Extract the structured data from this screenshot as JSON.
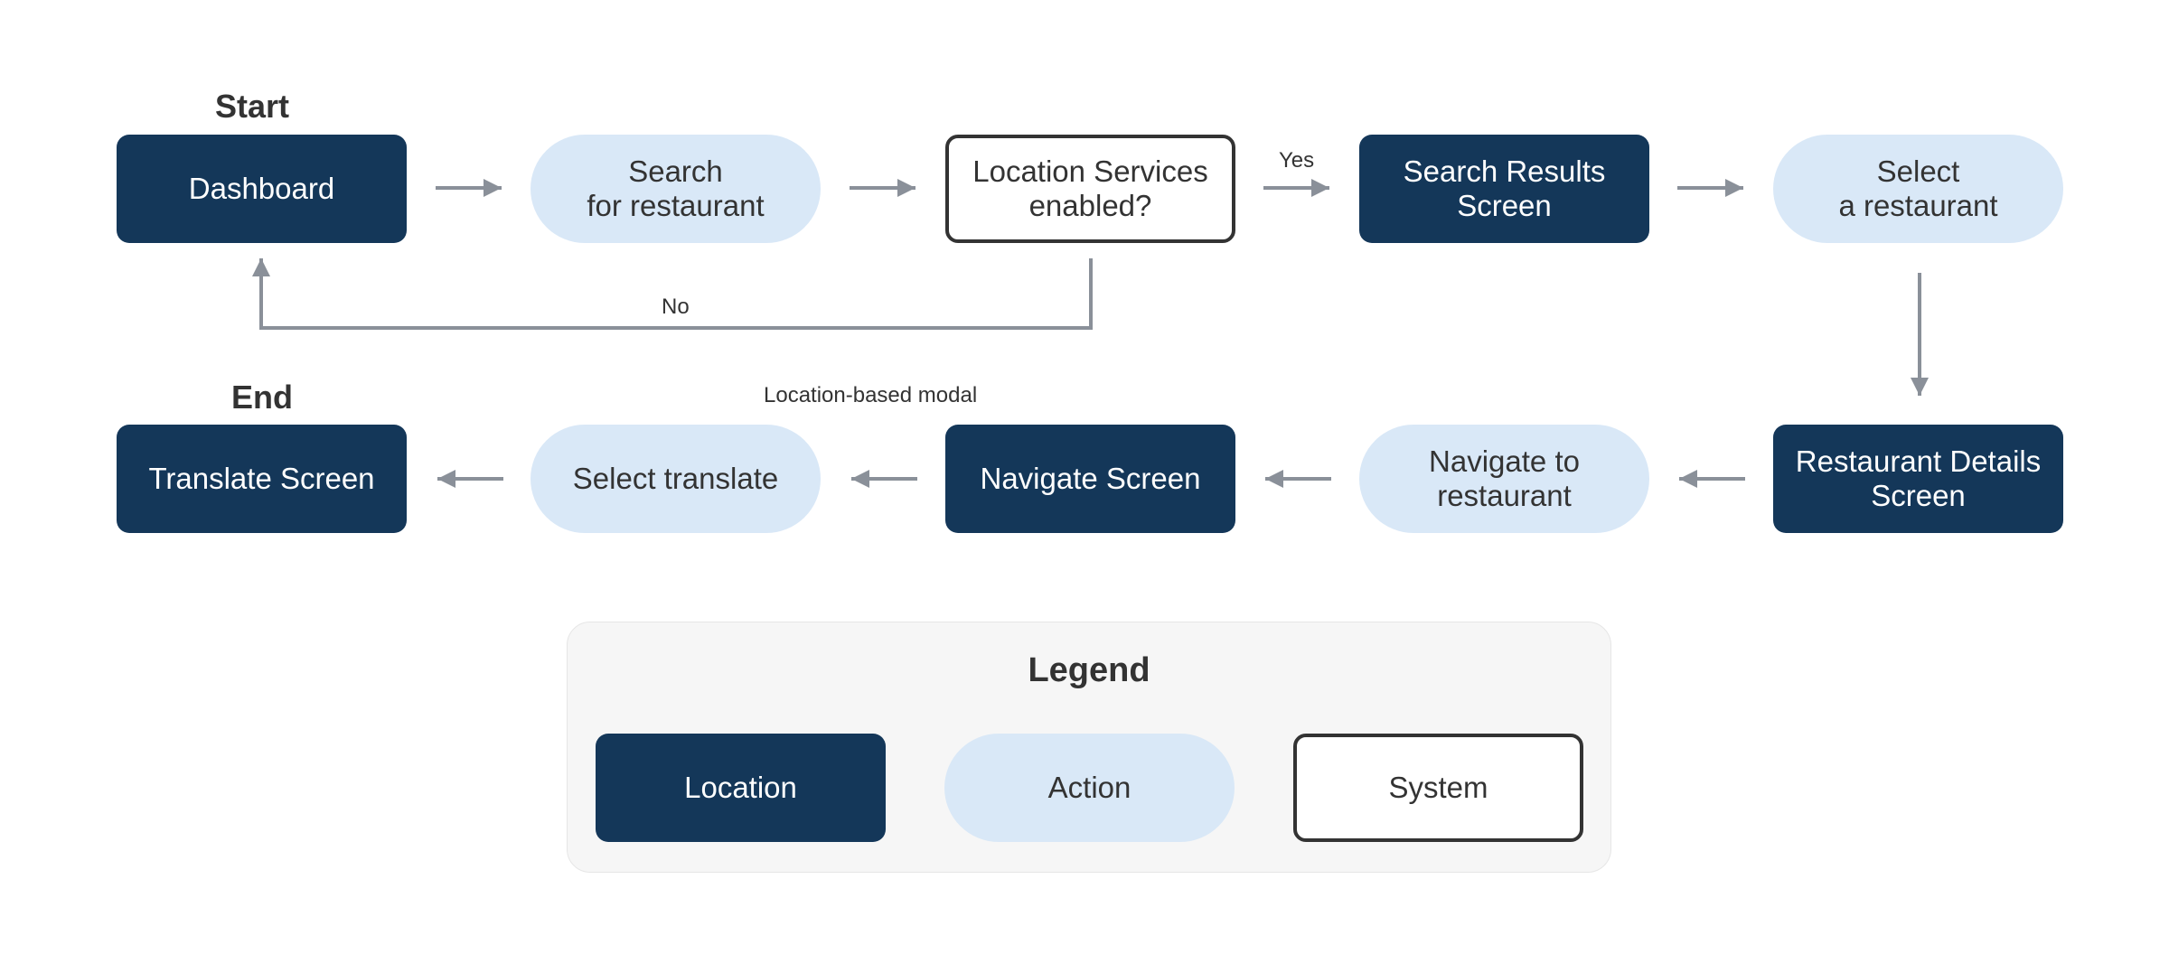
{
  "diagram": {
    "start_label": "Start",
    "end_label": "End",
    "nodes": {
      "dashboard": "Dashboard",
      "search_restaurant": "Search\nfor restaurant",
      "location_services": "Location Services\nenabled?",
      "search_results": "Search Results\nScreen",
      "select_restaurant": "Select\na restaurant",
      "restaurant_details": "Restaurant Details\nScreen",
      "navigate_to_restaurant": "Navigate to\nrestaurant",
      "navigate_screen": "Navigate Screen",
      "select_translate": "Select translate",
      "translate_screen": "Translate Screen"
    },
    "edge_labels": {
      "yes": "Yes",
      "no": "No",
      "location_modal": "Location-based modal"
    }
  },
  "legend": {
    "title": "Legend",
    "location": "Location",
    "action": "Action",
    "system": "System"
  },
  "colors": {
    "location_fill": "#143759",
    "action_fill": "#d9e8f7",
    "system_border": "#333333",
    "arrow": "#8a9099",
    "legend_bg": "#f6f6f6"
  }
}
